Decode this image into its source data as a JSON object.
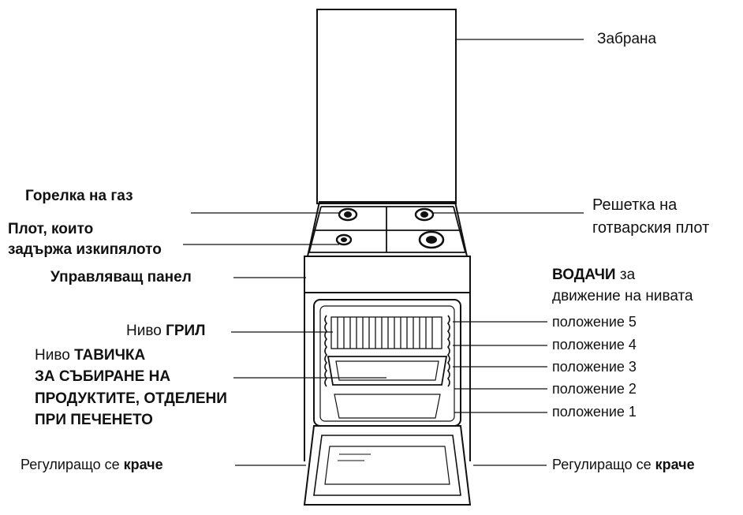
{
  "labels": {
    "splash_guard": "Забрана",
    "gas_burner": "Горелка на газ",
    "spill_top_1": "Плот, които",
    "spill_top_2": "задържа изкипялото",
    "control_panel": "Управляващ панел",
    "grill_level_prefix": "Ниво ",
    "grill_level_bold": "ГРИЛ",
    "tray_prefix": "Ниво ",
    "tray_bold_1": "ТАВИЧКА",
    "tray_bold_2": "ЗА СЪБИРАНЕ НА",
    "tray_bold_3": "ПРОДУКТИТЕ, ОТДЕЛЕНИ",
    "tray_bold_4": "ПРИ ПЕЧЕНЕТО",
    "foot_left_prefix": "Регулиращо се ",
    "foot_left_bold": "краче",
    "hob_grid_1": "Решетка на",
    "hob_grid_2": "готварския плот",
    "guides_bold": "ВОДАЧИ",
    "guides_suffix": " за",
    "guides_2": "движение на нивата",
    "pos5": "положение 5",
    "pos4": "положение 4",
    "pos3": "положение 3",
    "pos2": "положение 2",
    "pos1": "положение 1",
    "foot_right_prefix": "Регулиращо се ",
    "foot_right_bold": "краче"
  }
}
